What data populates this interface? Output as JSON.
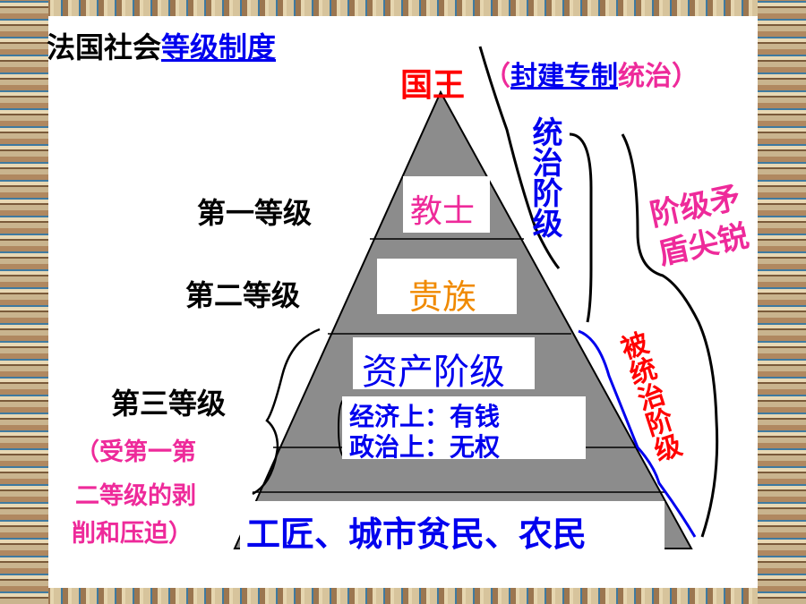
{
  "title": {
    "prefix": "法国社会",
    "highlight": "等级制度"
  },
  "king": {
    "label": "国王",
    "note_paren_open": "（",
    "note_underlined": "封建专制",
    "note_rest": "统治",
    "note_paren_close": "）"
  },
  "tiers": [
    {
      "level": "第一等级",
      "group": "教士"
    },
    {
      "level": "第二等级",
      "group": "贵族"
    },
    {
      "level": "第三等级",
      "group": "资产阶级"
    }
  ],
  "bourgeois_detail": {
    "line1": "经济上：有钱",
    "line2": "政治上：无权"
  },
  "bottom_group": "工匠、城市贫民、农民",
  "third_estate_note": {
    "line1": "（受第一第",
    "line2": "二等级的剥",
    "line3": "削和压迫）"
  },
  "ruling_class": "统治阶级",
  "ruled_class": "被统治阶级",
  "conflict": "阶级矛盾尖锐",
  "colors": {
    "pyramid": "#8c8c8c",
    "blue": "#0000ee",
    "red": "#ff0000",
    "magenta": "#ee2a9a",
    "orange": "#f08a00"
  }
}
